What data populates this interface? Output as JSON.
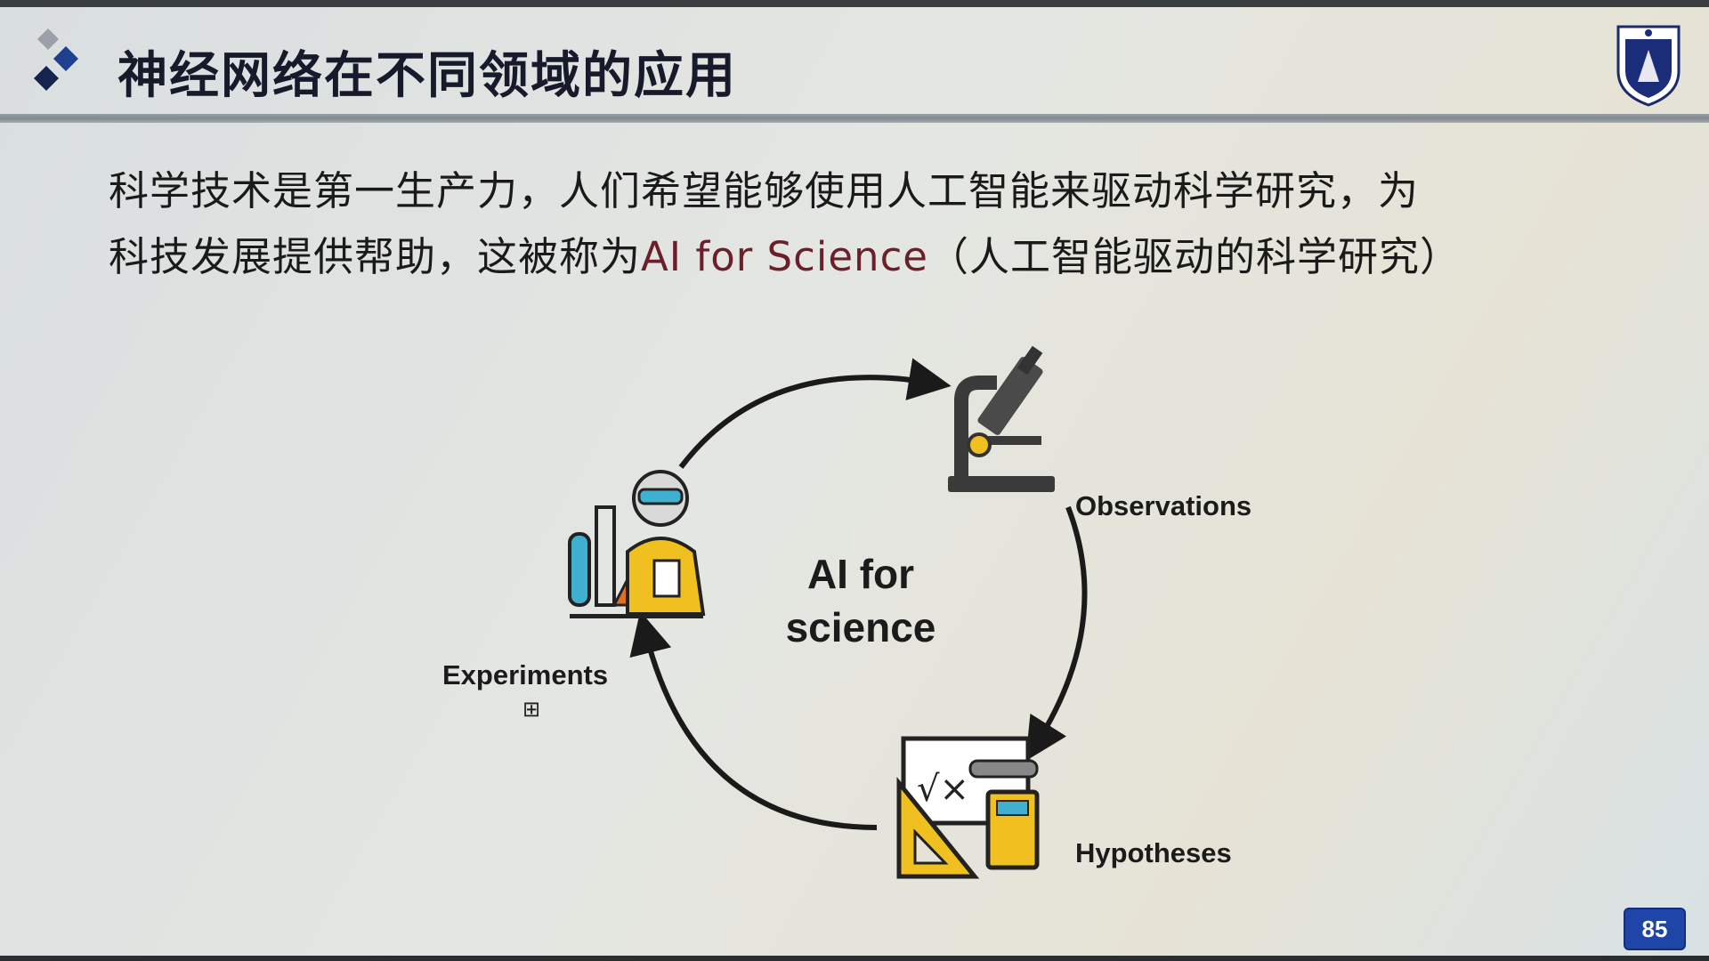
{
  "slide": {
    "title": "神经网络在不同领域的应用",
    "body_line1": "科学技术是第一生产力，人们希望能够使用人工智能来驱动科学研究，为",
    "body_line2_prefix": "科技发展提供帮助，这被称为",
    "body_line2_accent": "AI for Science",
    "body_line2_suffix": "（人工智能驱动的科学研究）",
    "accent_color": "#6b1f2a",
    "page_number": "85"
  },
  "diagram": {
    "center_line1": "AI for",
    "center_line2": "science",
    "labels": {
      "observations": "Observations",
      "hypotheses": "Hypotheses",
      "experiments": "Experiments"
    },
    "expand_icon": "⊞",
    "icons": [
      "scientist-icon",
      "microscope-icon",
      "math-tools-icon"
    ]
  }
}
